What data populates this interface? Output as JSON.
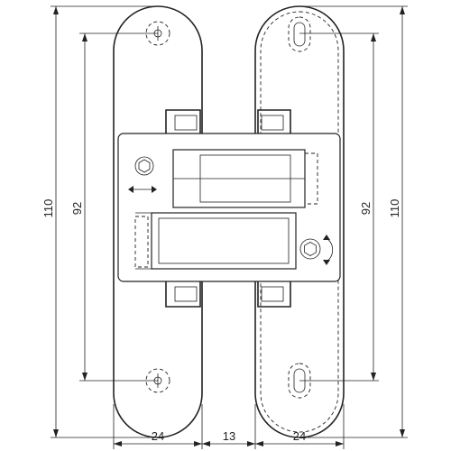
{
  "dimensions": {
    "height_outer_left": "110",
    "height_inner_left": "92",
    "height_inner_right": "92",
    "height_outer_right": "110",
    "width_left": "24",
    "gap": "13",
    "width_right": "24"
  },
  "colors": {
    "line": "#222222",
    "background": "#ffffff"
  }
}
